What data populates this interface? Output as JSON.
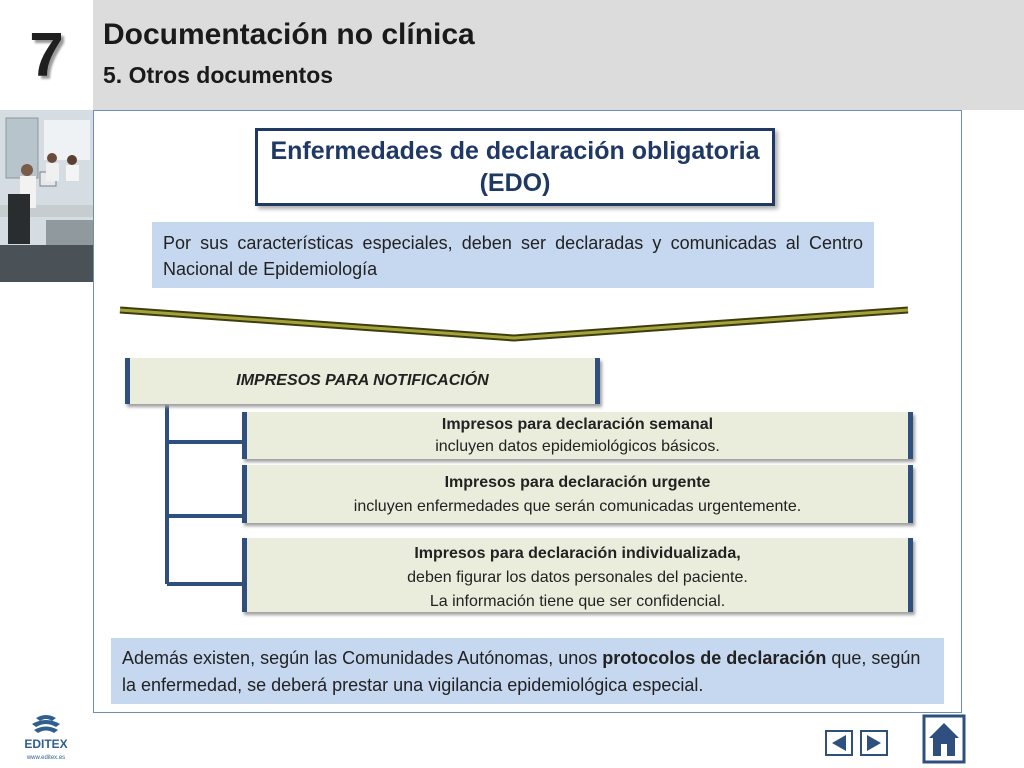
{
  "header": {
    "chapter_number": "7",
    "title": "Documentación no clínica",
    "subtitle": "5. Otros documentos"
  },
  "main": {
    "edo_box": {
      "line1": "Enfermedades de declaración obligatoria",
      "line2": "(EDO)"
    },
    "intro_text": "Por sus características especiales, deben ser declaradas y comunicadas al Centro Nacional de Epidemiología",
    "notification_header": "IMPRESOS PARA NOTIFICACIÓN",
    "notification_items": [
      {
        "title": "Impresos para declaración semanal",
        "lines": [
          "incluyen datos  epidemiológicos básicos."
        ]
      },
      {
        "title": "Impresos para declaración urgente",
        "lines": [
          "incluyen enfermedades que serán comunicadas urgentemente."
        ]
      },
      {
        "title": "Impresos para declaración individualizada,",
        "lines": [
          "deben figurar los datos personales del paciente.",
          "La información tiene que ser confidencial."
        ]
      }
    ],
    "bottom_text": {
      "before": "Además existen, según las Comunidades Autónomas, unos ",
      "bold": "protocolos de declaración",
      "after": " que, según la enfermedad, se deberá prestar una vigilancia epidemiológica especial."
    }
  },
  "footer": {
    "logo_text": "EDITEX",
    "logo_url_text": "www.editex.es",
    "icons": [
      "previous-arrow-icon",
      "next-arrow-icon",
      "home-icon"
    ]
  },
  "colors": {
    "header_bg": "#dcdcdc",
    "title_blue": "#1f3864",
    "light_blue_box": "#c6d7f0",
    "notif_bg": "#eaecdc",
    "brace_olive": "#6b6b1f",
    "connector_blue": "#2f4f7f"
  }
}
